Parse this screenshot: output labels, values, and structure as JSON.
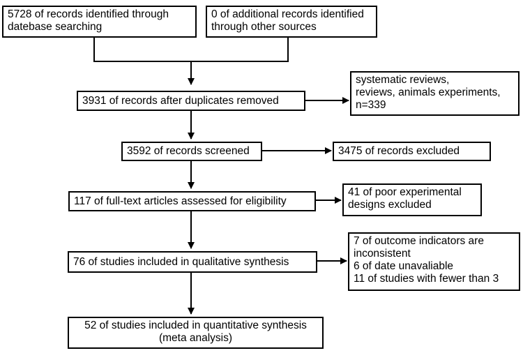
{
  "diagram": {
    "nodes": {
      "identified_db": [
        "5728 of records identified through",
        "datebase searching"
      ],
      "identified_other": [
        "0 of additional records identified",
        "through other sources"
      ],
      "after_duplicates": [
        "3931 of records after duplicates removed"
      ],
      "excluded_reviews": [
        "systematic reviews,",
        "reviews, animals experiments,",
        "n=339"
      ],
      "screened": [
        "3592 of records screened"
      ],
      "excluded_screened": [
        "3475 of records excluded"
      ],
      "fulltext": [
        "117 of full-text articles assessed for eligibility"
      ],
      "excluded_design": [
        "41 of poor experimental",
        "designs excluded"
      ],
      "qualitative": [
        "76 of studies included in qualitative synthesis"
      ],
      "excluded_qualitative": [
        "7 of outcome indicators are",
        "inconsistent",
        "6 of date unavaliable",
        "11 of studies with fewer than 3"
      ],
      "quantitative": [
        "52 of studies included in quantitative synthesis",
        "(meta analysis)"
      ]
    }
  }
}
